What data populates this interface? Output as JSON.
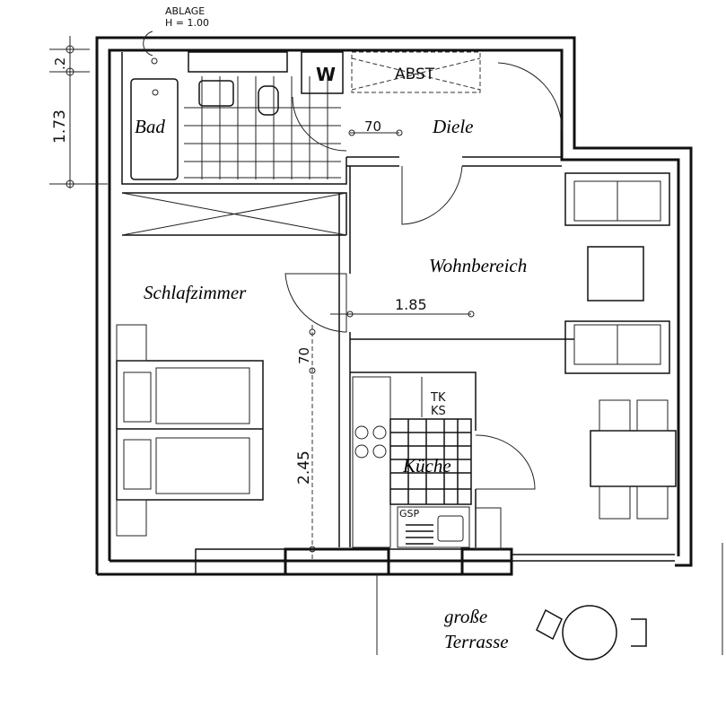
{
  "rooms": {
    "bad": "Bad",
    "diele": "Diele",
    "wohnbereich": "Wohnbereich",
    "schlafzimmer": "Schlafzimmer",
    "kueche": "Küche",
    "terrasse_line1": "große",
    "terrasse_line2": "Terrasse"
  },
  "annotations": {
    "ablage": "ABLAGE",
    "ablage_height": "H = 1.00",
    "w": "W",
    "abst": "ABST",
    "tk": "TK",
    "ks": "KS",
    "gsp": "GSP"
  },
  "dimensions": {
    "top_small": ".2",
    "bath_height": "1.73",
    "door_bath": "70",
    "living_width": "1.85",
    "door_bedroom": "70",
    "bedroom_height": "2.45"
  }
}
